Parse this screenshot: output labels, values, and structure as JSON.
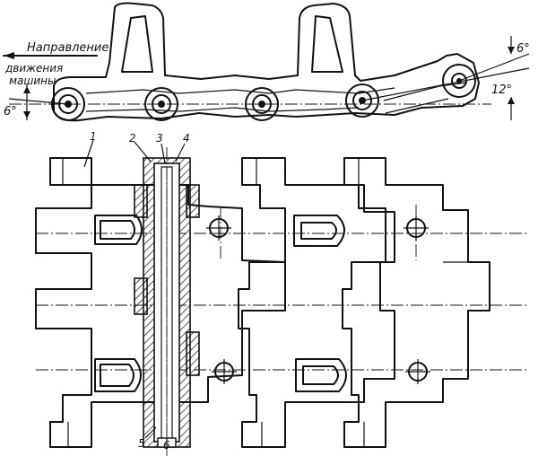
{
  "diagram": {
    "direction_label": {
      "line1": "Направление",
      "line2": "движения",
      "line3": "машины"
    },
    "angles": {
      "left": "6°",
      "right_top": "6°",
      "right_bottom": "12°"
    },
    "part_numbers": [
      "1",
      "2",
      "3",
      "4",
      "5",
      "6"
    ],
    "colors": {
      "ink": "#111111",
      "paper": "#ffffff"
    }
  }
}
